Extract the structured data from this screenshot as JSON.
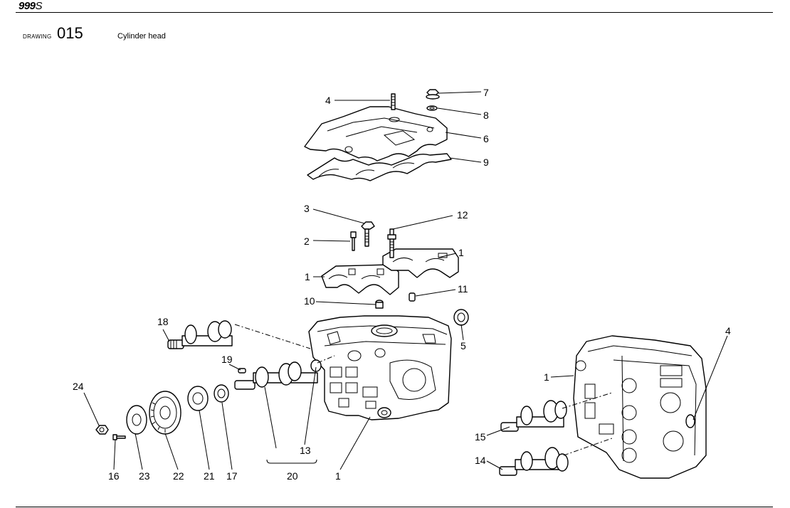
{
  "header": {
    "brand_number": "999",
    "brand_suffix": "S",
    "drawing_label": "DRAWING",
    "drawing_number": "015",
    "drawing_title": "Cylinder head"
  },
  "callouts": {
    "c4_top": "4",
    "c7": "7",
    "c8": "8",
    "c6": "6",
    "c9": "9",
    "c3": "3",
    "c12": "12",
    "c2": "2",
    "c1_cap_right": "1",
    "c1_cap_left": "1",
    "c10": "10",
    "c11": "11",
    "c18": "18",
    "c5": "5",
    "c19": "19",
    "c24": "24",
    "c13": "13",
    "c16": "16",
    "c23": "23",
    "c22": "22",
    "c21": "21",
    "c17": "17",
    "c20": "20",
    "c1_head": "1",
    "c1_right_head": "1",
    "c4_right": "4",
    "c15": "15",
    "c14": "14"
  }
}
